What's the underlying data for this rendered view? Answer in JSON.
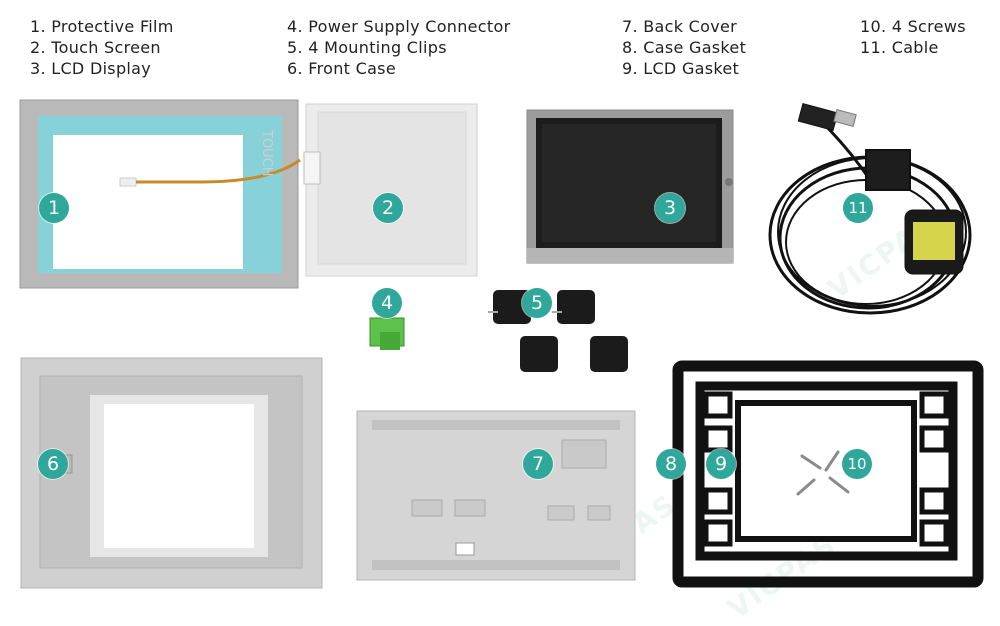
{
  "legend": {
    "col1": [
      "1. Protective Film",
      "2. Touch Screen",
      "3. LCD Display"
    ],
    "col2": [
      "4. Power Supply Connector",
      "5. 4 Mounting Clips",
      "6. Front Case"
    ],
    "col3": [
      "7. Back Cover",
      "8. Case Gasket",
      "9. LCD Gasket"
    ],
    "col4": [
      "10. 4 Screws",
      "11. Cable"
    ]
  },
  "badges": [
    "1",
    "2",
    "3",
    "4",
    "5",
    "6",
    "7",
    "8",
    "9",
    "10",
    "11"
  ],
  "watermark": "VICPAS",
  "film_text": "TOUCH",
  "colors": {
    "badge": "#2fa79a",
    "film_border": "#7ecfd6",
    "case_gray": "#c8c8c8"
  }
}
